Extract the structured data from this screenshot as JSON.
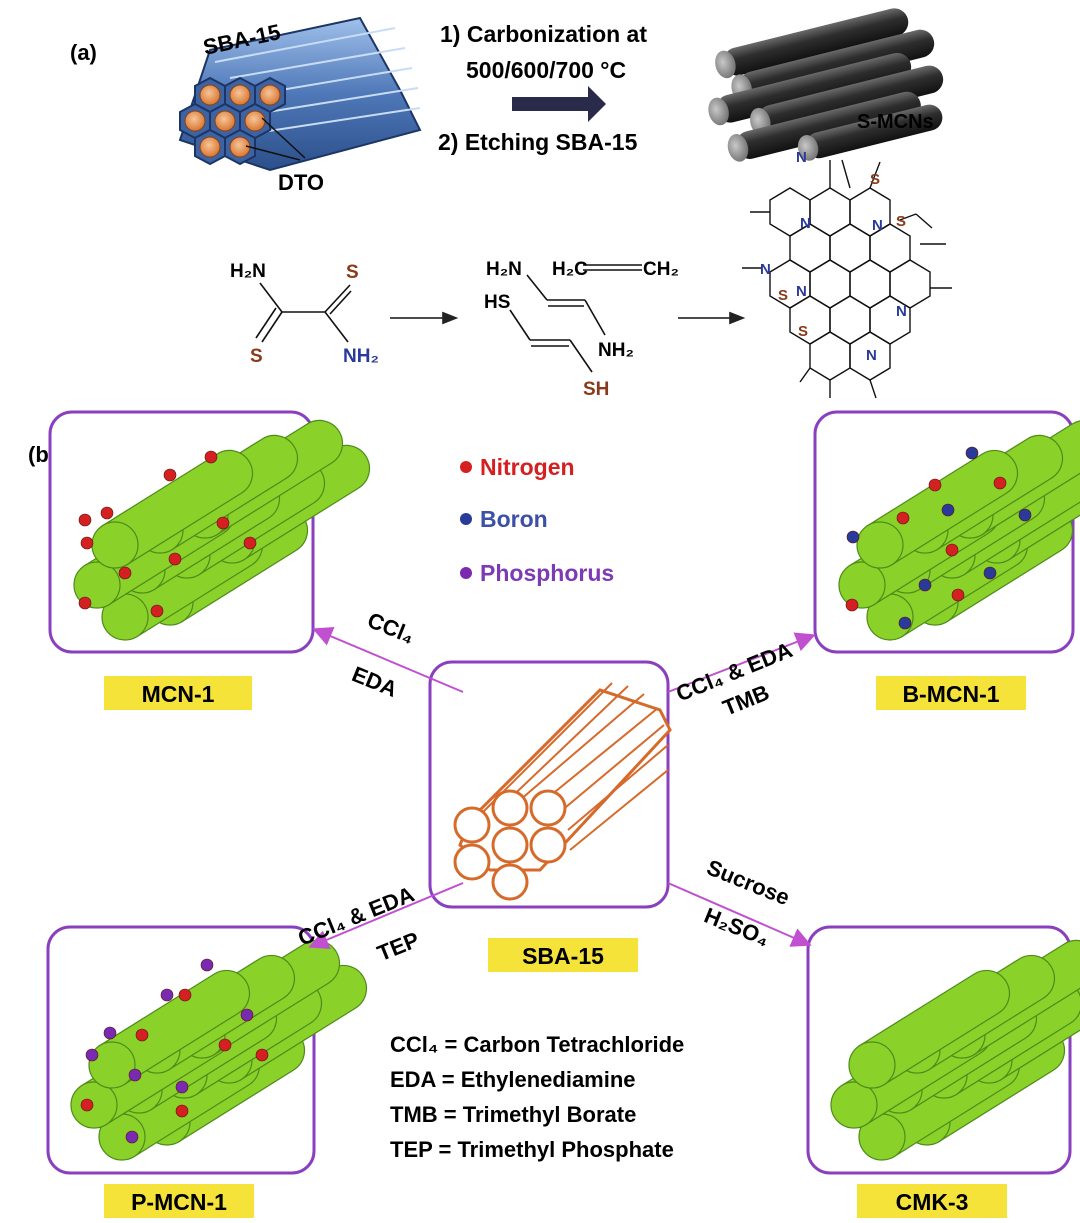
{
  "panel_a": {
    "label": "(a)",
    "template_label": "SBA-15",
    "precursor_label": "DTO",
    "step1_line1": "1) Carbonization at",
    "step1_line2": "500/600/700 °C",
    "step2": "2) Etching SBA-15",
    "product_label": "S-MCNs",
    "reaction": {
      "reactant": {
        "h2n": "H₂N",
        "s_top": "S",
        "s_bottom": "S",
        "nh2": "NH₂"
      },
      "intermediate": {
        "h2n": "H₂N",
        "ethylene_left": "H₂C",
        "ethylene_right": "CH₂",
        "hs": "HS",
        "nh2": "NH₂",
        "sh": "SH"
      },
      "product_atoms": {
        "n": "N",
        "s": "S"
      }
    }
  },
  "panel_b": {
    "label": "(b)",
    "legend": [
      {
        "label": "Nitrogen",
        "color": "#d42020"
      },
      {
        "label": "Boron",
        "color": "#2a3a9a"
      },
      {
        "label": "Phosphorus",
        "color": "#7a2ab0"
      }
    ],
    "center_label": "SBA-15",
    "products": {
      "mcn1": "MCN-1",
      "bmcn1": "B-MCN-1",
      "pmcn1": "P-MCN-1",
      "cmk3": "CMK-3"
    },
    "routes": {
      "mcn1_top": "CCl₄",
      "mcn1_bottom": "EDA",
      "bmcn1_top": "CCl₄ & EDA",
      "bmcn1_bottom": "TMB",
      "pmcn1_top": "CCl₄ & EDA",
      "pmcn1_bottom": "TEP",
      "cmk3_top": "Sucrose",
      "cmk3_bottom": "H₂SO₄"
    },
    "abbreviations": [
      "CCl₄ = Carbon Tetrachloride",
      "EDA = Ethylenediamine",
      "TMB = Trimethyl Borate",
      "TEP = Trimethyl Phosphate"
    ]
  },
  "colors": {
    "arrow": "#c050d0",
    "box_border": "#8a3fbf",
    "label_bg": "#f5e33a",
    "rod_green": "#8ad12a",
    "rod_outline": "#4e8c1a",
    "template_orange": "#d66a2a",
    "dark_arrow": "#2a2a4a",
    "nitrogen_text": "#d42020",
    "boron_text": "#3d4fa8",
    "phosphorus_text": "#7d3ab5"
  }
}
